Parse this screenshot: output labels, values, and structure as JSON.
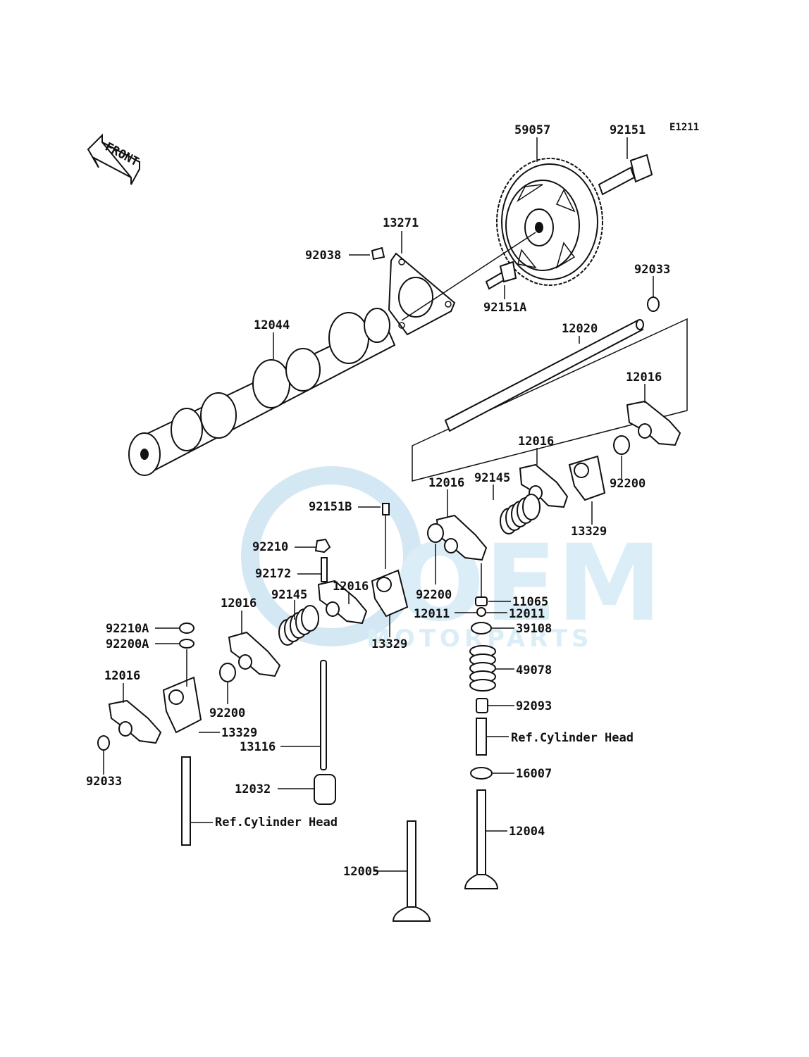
{
  "diagram_code": "E1211",
  "front_label": "FRONT",
  "watermark": {
    "brand": "OEM",
    "sub": "MOTORPARTS",
    "color": "#cfe6f3"
  },
  "labels": {
    "p59057": "59057",
    "p92151": "92151",
    "p13271": "13271",
    "p92038": "92038",
    "p92151A": "92151A",
    "p92033_top": "92033",
    "p12020": "12020",
    "p12044": "12044",
    "p12016_a": "12016",
    "p12016_b": "12016",
    "p12016_c": "12016",
    "p12016_d": "12016",
    "p12016_e": "12016",
    "p12016_f": "12016",
    "p92145_a": "92145",
    "p92145_b": "92145",
    "p92200_a": "92200",
    "p92200_b": "92200",
    "p92200_c": "92200",
    "p13329_a": "13329",
    "p13329_b": "13329",
    "p13329_c": "13329",
    "p92151B": "92151B",
    "p92210": "92210",
    "p92172": "92172",
    "p11065": "11065",
    "p12011_l": "12011",
    "p12011_r": "12011",
    "p39108": "39108",
    "p49078": "49078",
    "p92093": "92093",
    "p92210A": "92210A",
    "p92200A": "92200A",
    "p92033_bot": "92033",
    "p13116": "13116",
    "p12032": "12032",
    "p16007": "16007",
    "p12004": "12004",
    "p12005": "12005",
    "ref_cyl_head_right": "Ref.Cylinder Head",
    "ref_cyl_head_left": "Ref.Cylinder Head"
  }
}
